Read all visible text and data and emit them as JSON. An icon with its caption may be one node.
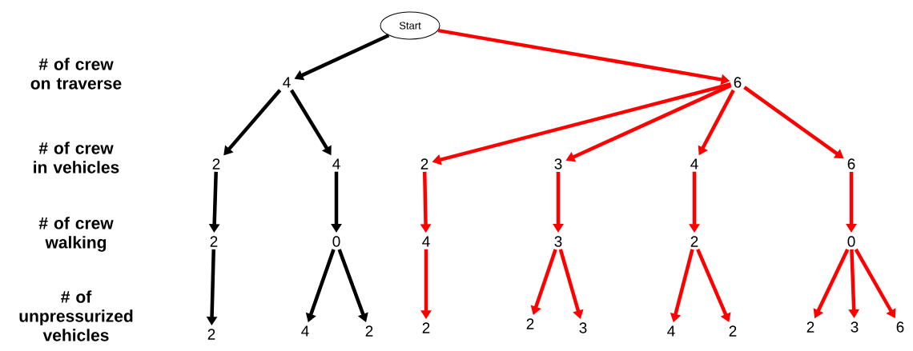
{
  "diagram": {
    "nodes": [
      {
        "text": [
          "Start"
        ]
      },
      {
        "text": [
          "4"
        ]
      },
      {
        "text": [
          "6"
        ]
      },
      {
        "text": [
          "2"
        ]
      },
      {
        "text": [
          "4"
        ]
      },
      {
        "text": [
          "2"
        ]
      },
      {
        "text": [
          "3"
        ]
      },
      {
        "text": [
          "4"
        ]
      },
      {
        "text": [
          "6"
        ]
      },
      {
        "text": [
          "2"
        ]
      },
      {
        "text": [
          "0"
        ]
      },
      {
        "text": [
          "4"
        ]
      },
      {
        "text": [
          "3"
        ]
      },
      {
        "text": [
          "2"
        ]
      },
      {
        "text": [
          "0"
        ]
      },
      {
        "text": [
          "2"
        ]
      },
      {
        "text": [
          "4"
        ]
      },
      {
        "text": [
          "2"
        ]
      },
      {
        "text": [
          "2"
        ]
      },
      {
        "text": [
          "2"
        ]
      },
      {
        "text": [
          "3"
        ]
      },
      {
        "text": [
          "4"
        ]
      },
      {
        "text": [
          "2"
        ]
      },
      {
        "text": [
          "2"
        ]
      },
      {
        "text": [
          "3"
        ]
      },
      {
        "text": [
          "6"
        ]
      }
    ],
    "edges": [
      {
        "from": 0,
        "to": 1,
        "arrow": "to",
        "color": "#000000"
      },
      {
        "from": 0,
        "to": 2,
        "arrow": "to"
      },
      {
        "from": 1,
        "to": 3,
        "arrow": "to",
        "color": "#000000"
      },
      {
        "from": 1,
        "to": 4,
        "arrow": "to",
        "color": "#000000"
      },
      {
        "from": 2,
        "to": 5,
        "arrow": "to"
      },
      {
        "from": 2,
        "to": 6,
        "arrow": "to"
      },
      {
        "from": 2,
        "to": 7,
        "arrow": "to"
      },
      {
        "from": 2,
        "to": 8,
        "arrow": "to"
      },
      {
        "from": 3,
        "to": 9,
        "arrow": "to",
        "color": "#000000"
      },
      {
        "from": 4,
        "to": 10,
        "arrow": "to",
        "color": "#000000"
      },
      {
        "from": 5,
        "to": 11,
        "arrow": "to"
      },
      {
        "from": 6,
        "to": 12,
        "arrow": "to"
      },
      {
        "from": 7,
        "to": 13,
        "arrow": "to"
      },
      {
        "from": 8,
        "to": 14,
        "arrow": "to"
      },
      {
        "from": 9,
        "to": 15,
        "arrow": "to",
        "color": "#000000"
      },
      {
        "from": 10,
        "to": 16,
        "arrow": "to",
        "color": "#000000"
      },
      {
        "from": 10,
        "to": 17,
        "arrow": "to",
        "color": "#000000"
      },
      {
        "from": 11,
        "to": 18,
        "arrow": "to"
      },
      {
        "from": 12,
        "to": 19,
        "arrow": "to"
      },
      {
        "from": 12,
        "to": 20,
        "arrow": "to"
      },
      {
        "from": 13,
        "to": 21,
        "arrow": "to"
      },
      {
        "from": 13,
        "to": 22,
        "arrow": "to"
      },
      {
        "from": 14,
        "to": 23,
        "arrow": "to"
      },
      {
        "from": 14,
        "to": 24,
        "arrow": "to"
      },
      {
        "from": 14,
        "to": 25,
        "arrow": "to"
      }
    ],
    "labels": [
      "# of crew on traverse",
      "# of crew in vehicles",
      "# of crew walking",
      "# of unpressurized vehicles"
    ]
  }
}
